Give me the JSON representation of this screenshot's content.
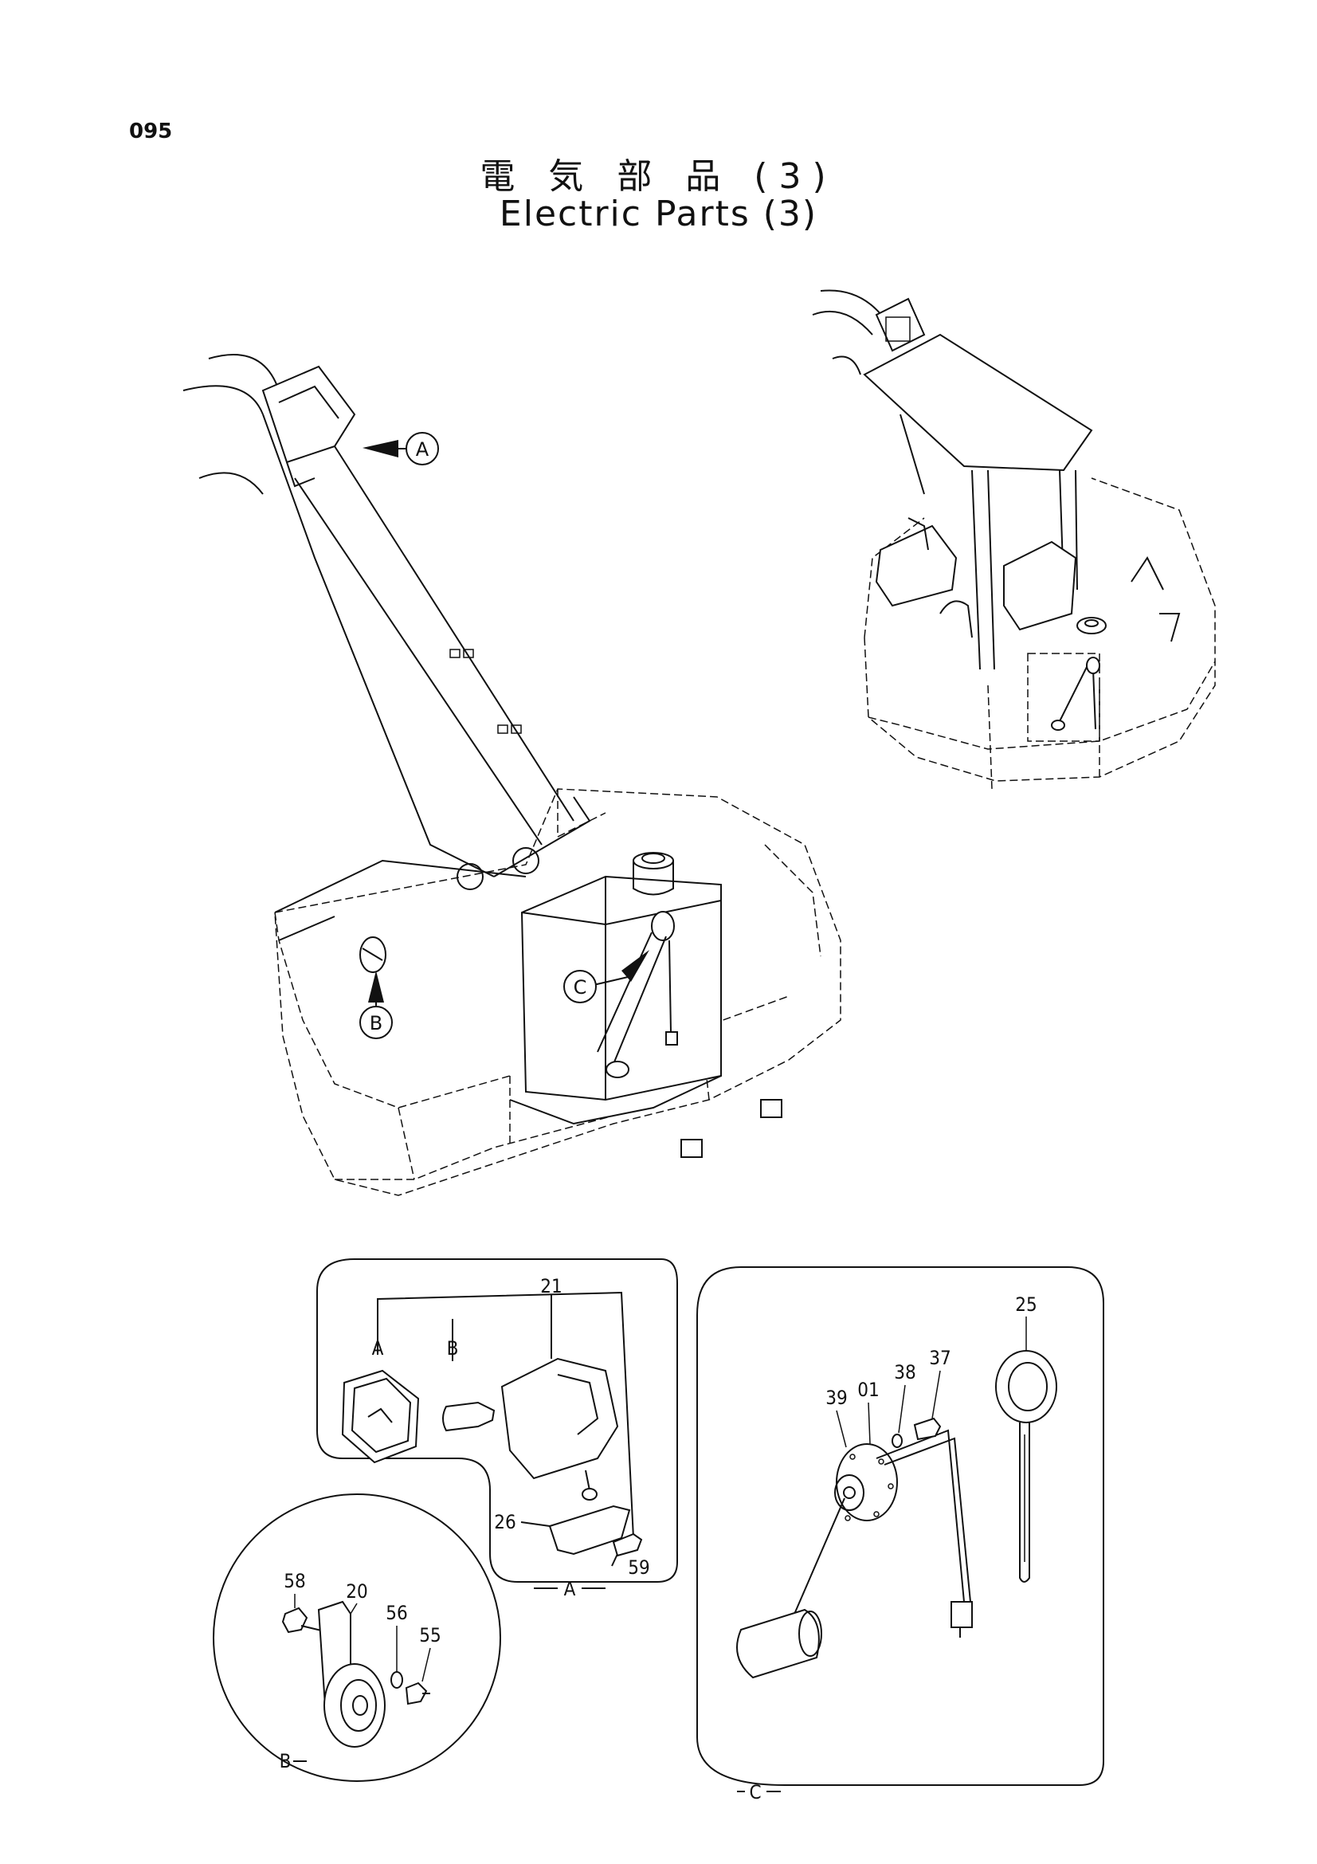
{
  "page_number": "095",
  "title_jp": "電 気 部 品 (3)",
  "title_en": "Electric Parts (3)",
  "callouts": [
    "A",
    "B",
    "C"
  ],
  "detail_a": {
    "label": "A",
    "part_numbers": [
      "21",
      "26",
      "59"
    ],
    "sub_labels": [
      "A",
      "B"
    ]
  },
  "detail_b": {
    "label": "B",
    "part_numbers": [
      "58",
      "20",
      "56",
      "55"
    ]
  },
  "detail_c": {
    "label": "C",
    "part_numbers": [
      "25",
      "37",
      "38",
      "01",
      "39"
    ]
  }
}
